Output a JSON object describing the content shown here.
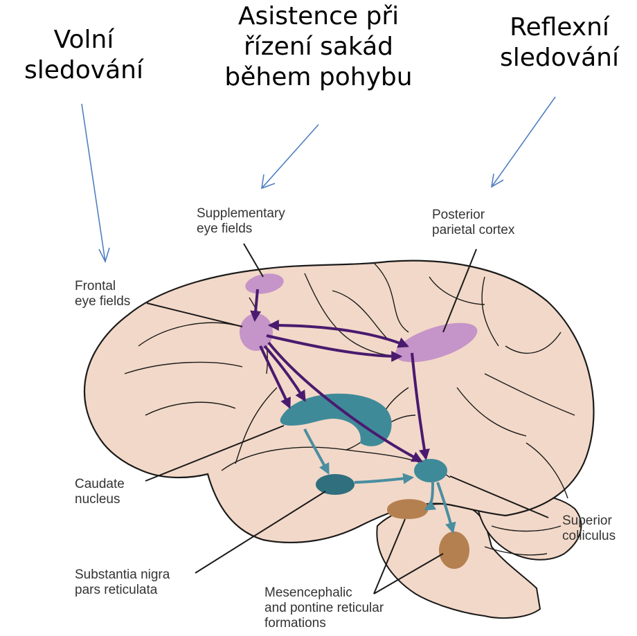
{
  "headers": {
    "voluntary": {
      "line1": "Volní",
      "line2": "sledování"
    },
    "saccade": {
      "line1": "Asistence při",
      "line2": "řízení sakád",
      "line3": "během pohybu"
    },
    "reflex": {
      "line1": "Reflexní",
      "line2": "sledování"
    }
  },
  "labels": {
    "supplementary": {
      "line1": "Supplementary",
      "line2": "eye fields"
    },
    "posterior": {
      "line1": "Posterior",
      "line2": "parietal cortex"
    },
    "frontal": {
      "line1": "Frontal",
      "line2": "eye fields"
    },
    "caudate": {
      "line1": "Caudate",
      "line2": "nucleus"
    },
    "substantia": {
      "line1": "Substantia nigra",
      "line2": "pars reticulata"
    },
    "mesencephalic": {
      "line1": "Mesencephalic",
      "line2": "and pontine reticular",
      "line3": "formations"
    },
    "superior": {
      "line1": "Superior",
      "line2": "colliculus"
    }
  },
  "colors": {
    "brain_fill": "#f2d8c8",
    "outline": "#1a1a1a",
    "purple_region": "#c594c8",
    "purple_arrow": "#4a1a6e",
    "teal_region": "#3f8a99",
    "teal_dark": "#2f6f7e",
    "brown_region": "#b5804f",
    "blue_arrow": "#4f7fc0"
  }
}
